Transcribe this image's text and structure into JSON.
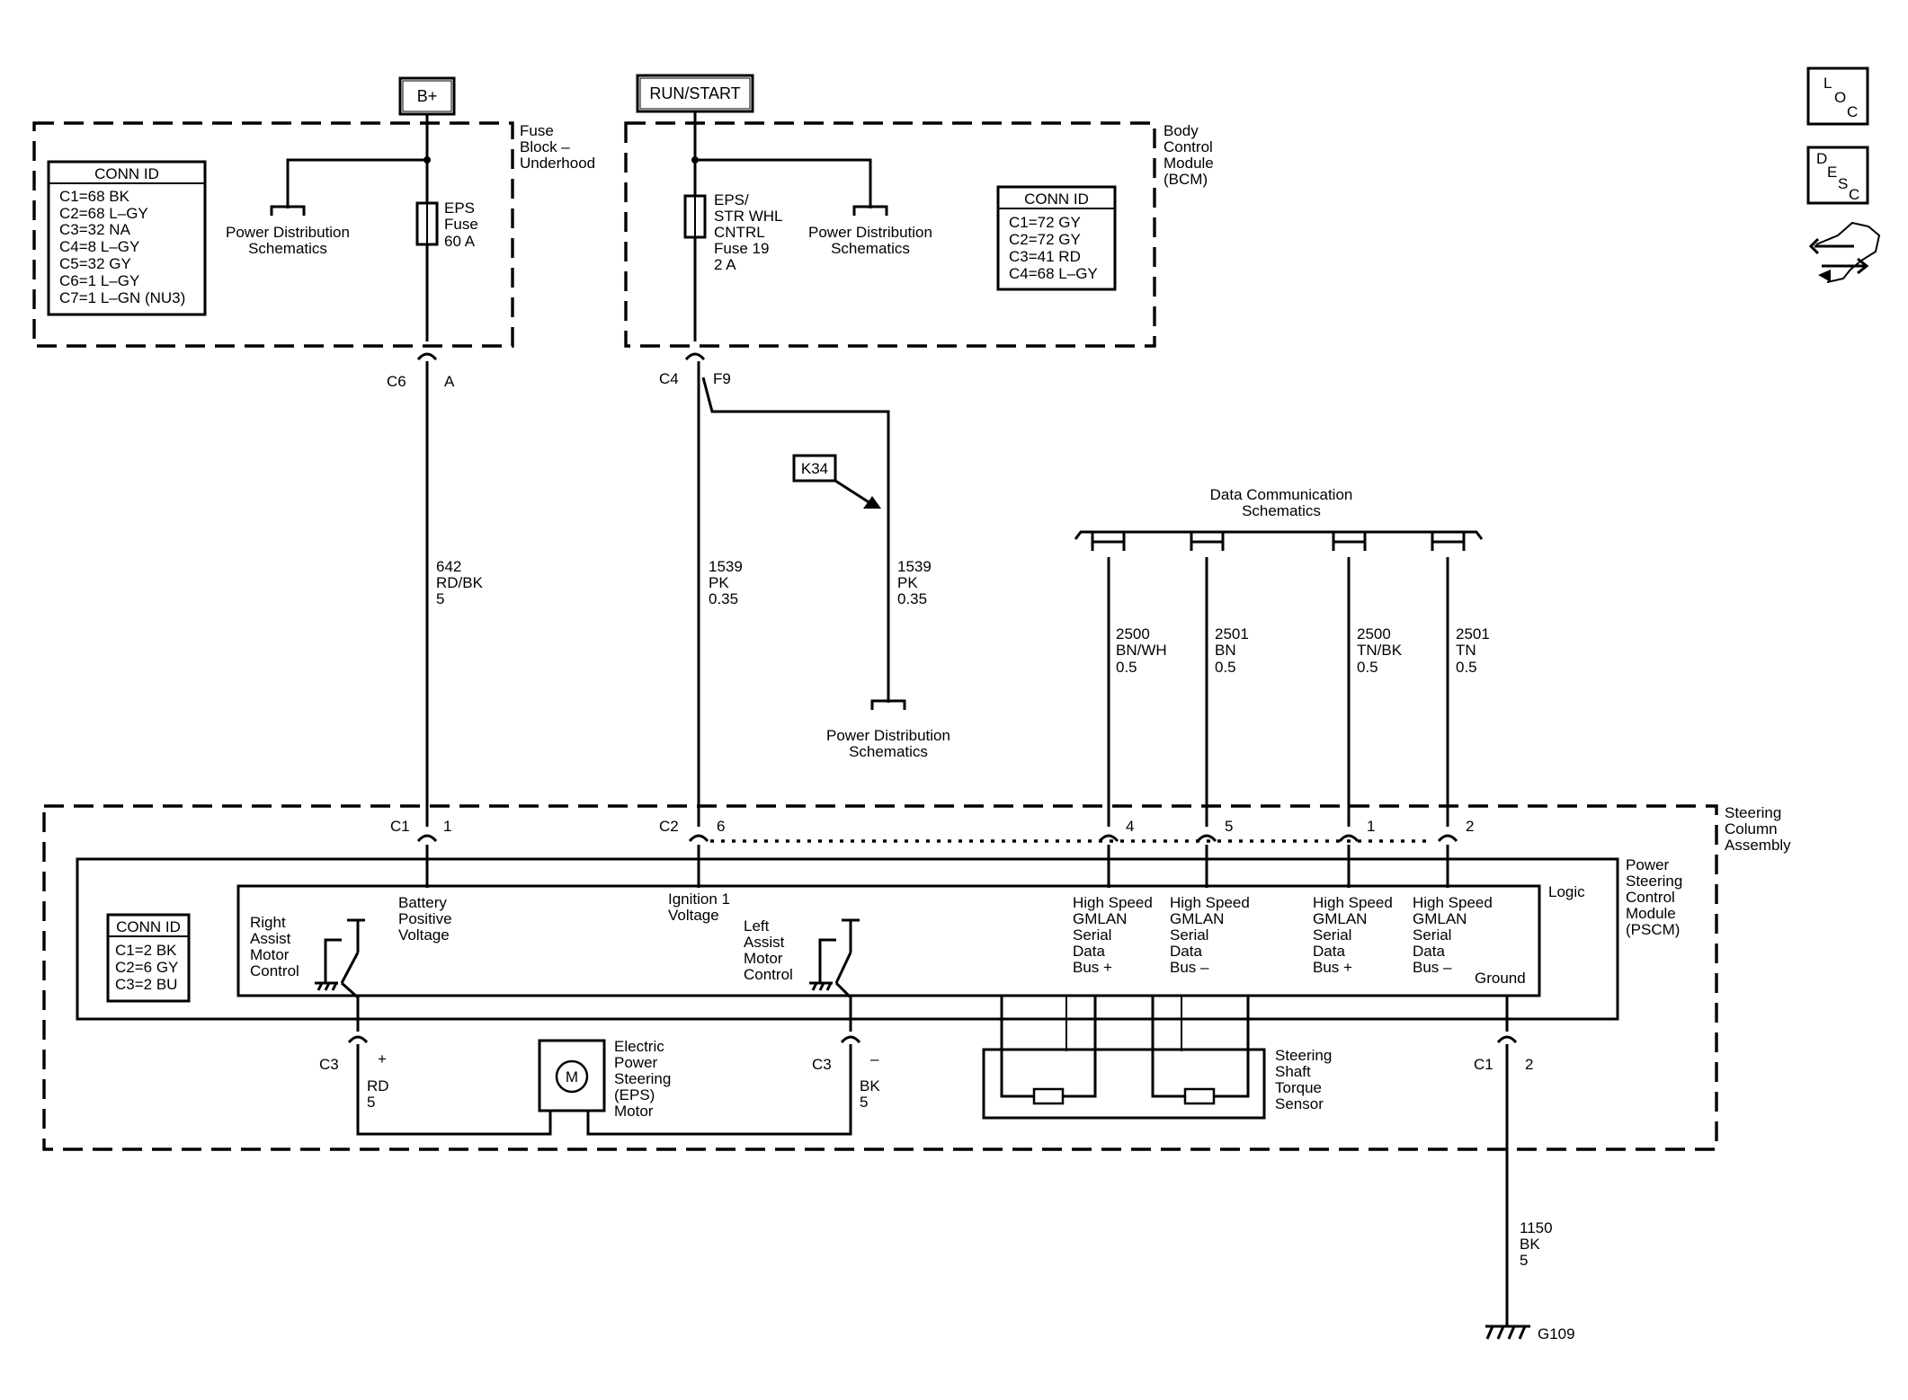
{
  "power": {
    "bplus": "B+",
    "run_start": "RUN/START"
  },
  "nav_icons": {
    "loc": [
      "L",
      "O",
      "C"
    ],
    "desc": [
      "D",
      "E",
      "S",
      "C"
    ],
    "icons": [
      "loc-icon",
      "desc-icon",
      "navigate-icon"
    ]
  },
  "fuse_block": {
    "label": [
      "Fuse",
      "Block –",
      "Underhood"
    ],
    "conn_title": "CONN ID",
    "conn": [
      "C1=68 BK",
      "C2=68 L–GY",
      "C3=32 NA",
      "C4=8 L–GY",
      "C5=32 GY",
      "C6=1 L–GY",
      "C7=1 L–GN (NU3)"
    ],
    "pds": [
      "Power Distribution",
      "Schematics"
    ],
    "fuse": [
      "EPS",
      "Fuse",
      "60 A"
    ],
    "conn_c": "C6",
    "conn_pin": "A"
  },
  "bcm": {
    "label": [
      "Body",
      "Control",
      "Module",
      "(BCM)"
    ],
    "conn_title": "CONN ID",
    "conn": [
      "C1=72 GY",
      "C2=72 GY",
      "C3=41 RD",
      "C4=68 L–GY"
    ],
    "fuse": [
      "EPS/",
      "STR WHL",
      "CNTRL",
      "Fuse 19",
      "2 A"
    ],
    "pds": [
      "Power Distribution",
      "Schematics"
    ],
    "conn_c": "C4",
    "conn_pin": "F9"
  },
  "k34": "K34",
  "pds_lower": [
    "Power Distribution",
    "Schematics"
  ],
  "wires": {
    "w642": [
      "642",
      "RD/BK",
      "5"
    ],
    "w1539a": [
      "1539",
      "PK",
      "0.35"
    ],
    "w1539b": [
      "1539",
      "PK",
      "0.35"
    ],
    "w2500a": [
      "2500",
      "BN/WH",
      "0.5"
    ],
    "w2501a": [
      "2501",
      "BN",
      "0.5"
    ],
    "w2500b": [
      "2500",
      "TN/BK",
      "0.5"
    ],
    "w2501b": [
      "2501",
      "TN",
      "0.5"
    ],
    "w_rd": [
      "RD",
      "5"
    ],
    "w_bk": [
      "BK",
      "5"
    ],
    "w1150": [
      "1150",
      "BK",
      "5"
    ]
  },
  "data_comm": [
    "Data Communication",
    "Schematics"
  ],
  "steering_col": {
    "label": [
      "Steering",
      "Column",
      "Assembly"
    ],
    "pins": {
      "c1": "C1",
      "p1": "1",
      "c2": "C2",
      "p6": "6",
      "p4": "4",
      "p5": "5",
      "pb1": "1",
      "p2": "2",
      "c3a": "C3",
      "plus": "+",
      "c3b": "C3",
      "minus": "–",
      "c1g": "C1",
      "p2g": "2"
    }
  },
  "pscm": {
    "label": [
      "Power",
      "Steering",
      "Control",
      "Module",
      "(PSCM)"
    ],
    "logic": "Logic",
    "conn_title": "CONN ID",
    "conn": [
      "C1=2 BK",
      "C2=6 GY",
      "C3=2 BU"
    ],
    "bat": [
      "Battery",
      "Positive",
      "Voltage"
    ],
    "ign": [
      "Ignition 1",
      "Voltage"
    ],
    "right_assist": [
      "Right",
      "Assist",
      "Motor",
      "Control"
    ],
    "left_assist": [
      "Left",
      "Assist",
      "Motor",
      "Control"
    ],
    "hs1": [
      "High Speed",
      "GMLAN",
      "Serial",
      "Data",
      "Bus +"
    ],
    "hs2": [
      "High Speed",
      "GMLAN",
      "Serial",
      "Data",
      "Bus –"
    ],
    "hs3": [
      "High Speed",
      "GMLAN",
      "Serial",
      "Data",
      "Bus +"
    ],
    "hs4": [
      "High Speed",
      "GMLAN",
      "Serial",
      "Data",
      "Bus –"
    ],
    "ground": "Ground"
  },
  "motor": {
    "symbol": "M",
    "label": [
      "Electric",
      "Power",
      "Steering",
      "(EPS)",
      "Motor"
    ]
  },
  "torque_sensor": [
    "Steering",
    "Shaft",
    "Torque",
    "Sensor"
  ],
  "ground_label": "G109"
}
